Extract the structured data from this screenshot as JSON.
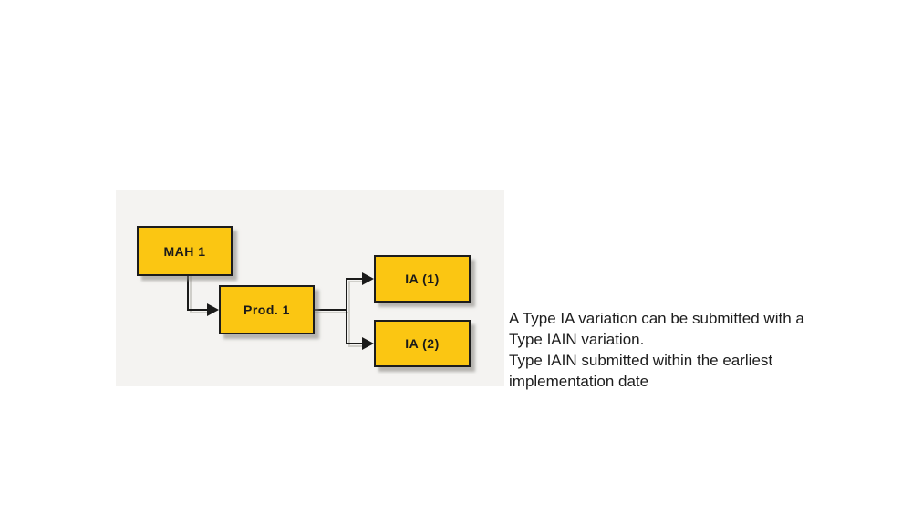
{
  "page": {
    "background_color": "#ffffff",
    "panel_background_color": "#f4f3f1"
  },
  "diagram": {
    "node_fill_color": "#fbc612",
    "node_border_color": "#1c1c1c",
    "connector_color": "#1a1a1a",
    "shadow_color": "#b9b7b2",
    "nodes": [
      {
        "id": "mah1",
        "label": "MAH 1"
      },
      {
        "id": "prod1",
        "label": "Prod. 1"
      },
      {
        "id": "ia1",
        "label": "IA (1)"
      },
      {
        "id": "ia2",
        "label": "IA (2)"
      }
    ],
    "edges": [
      {
        "from": "mah1",
        "to": "prod1"
      },
      {
        "from": "prod1",
        "to": "ia1"
      },
      {
        "from": "prod1",
        "to": "ia2"
      }
    ]
  },
  "caption": {
    "text_color": "#1d1d1d",
    "lines": [
      "A Type IA variation can be submitted with a",
      "Type IAIN variation.",
      "Type IAIN submitted within the earliest",
      "implementation date"
    ]
  }
}
